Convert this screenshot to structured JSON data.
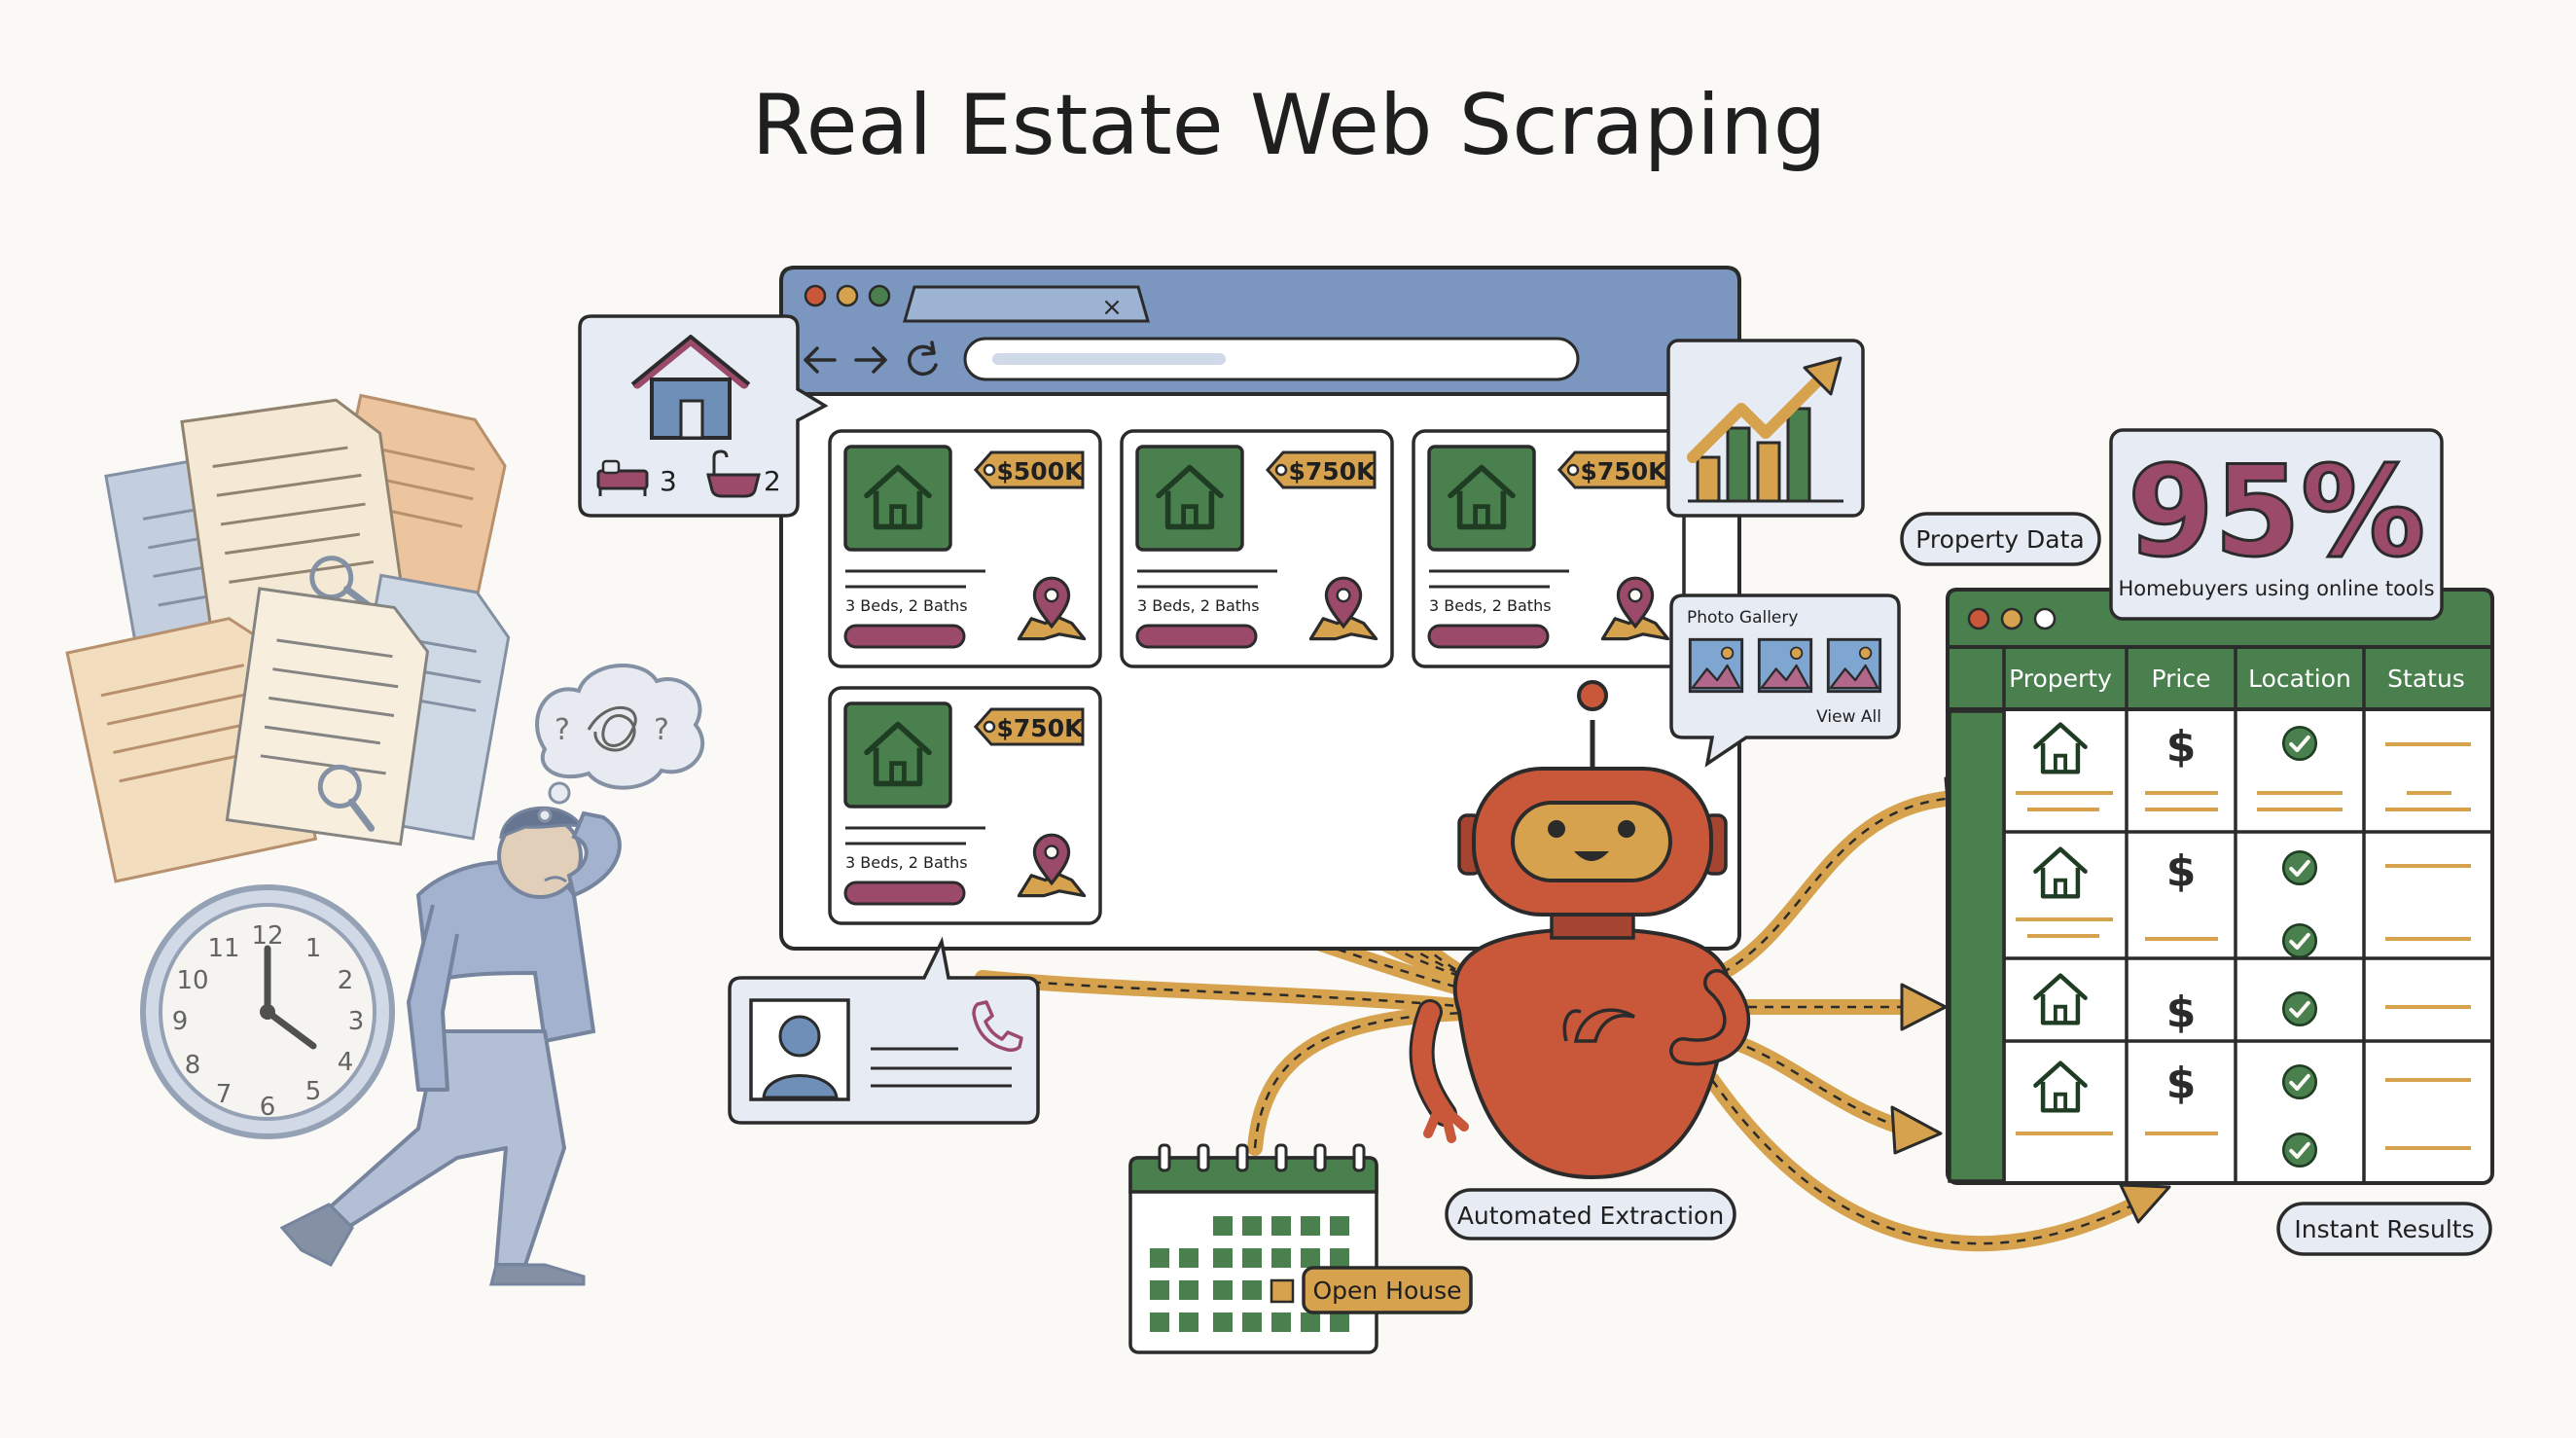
{
  "title": "Real Estate Web Scraping",
  "colors": {
    "green": "#4a7f4e",
    "gold": "#d6a24e",
    "blue": "#6e8fb8",
    "maroon": "#9b4a6a",
    "robot": "#c9583b",
    "ink": "#2b2b2b"
  },
  "house_tooltip": {
    "beds": "3",
    "baths": "2"
  },
  "listings": [
    {
      "price": "$500K",
      "details": "3 Beds, 2 Baths"
    },
    {
      "price": "$750K",
      "details": "3 Beds, 2 Baths"
    },
    {
      "price": "$750K",
      "details": "3 Beds, 2 Baths"
    },
    {
      "price": "$750K",
      "details": "3 Beds, 2 Baths"
    }
  ],
  "browser": {
    "close_glyph": "×"
  },
  "photo_gallery": {
    "title": "Photo Gallery",
    "view_all": "View All"
  },
  "stat": {
    "value": "95%",
    "caption": "Homebuyers using online tools"
  },
  "labels": {
    "property_data": "Property Data",
    "automated_extraction": "Automated Extraction",
    "instant_results": "Instant Results",
    "open_house": "Open House"
  },
  "table": {
    "headers": [
      "Property",
      "Price",
      "Location",
      "Status"
    ],
    "price_glyph": "$"
  },
  "clock_numbers": [
    "12",
    "1",
    "2",
    "3",
    "4",
    "5",
    "6",
    "7",
    "8",
    "9",
    "10",
    "11"
  ],
  "thought_marks": [
    "?",
    "?"
  ]
}
